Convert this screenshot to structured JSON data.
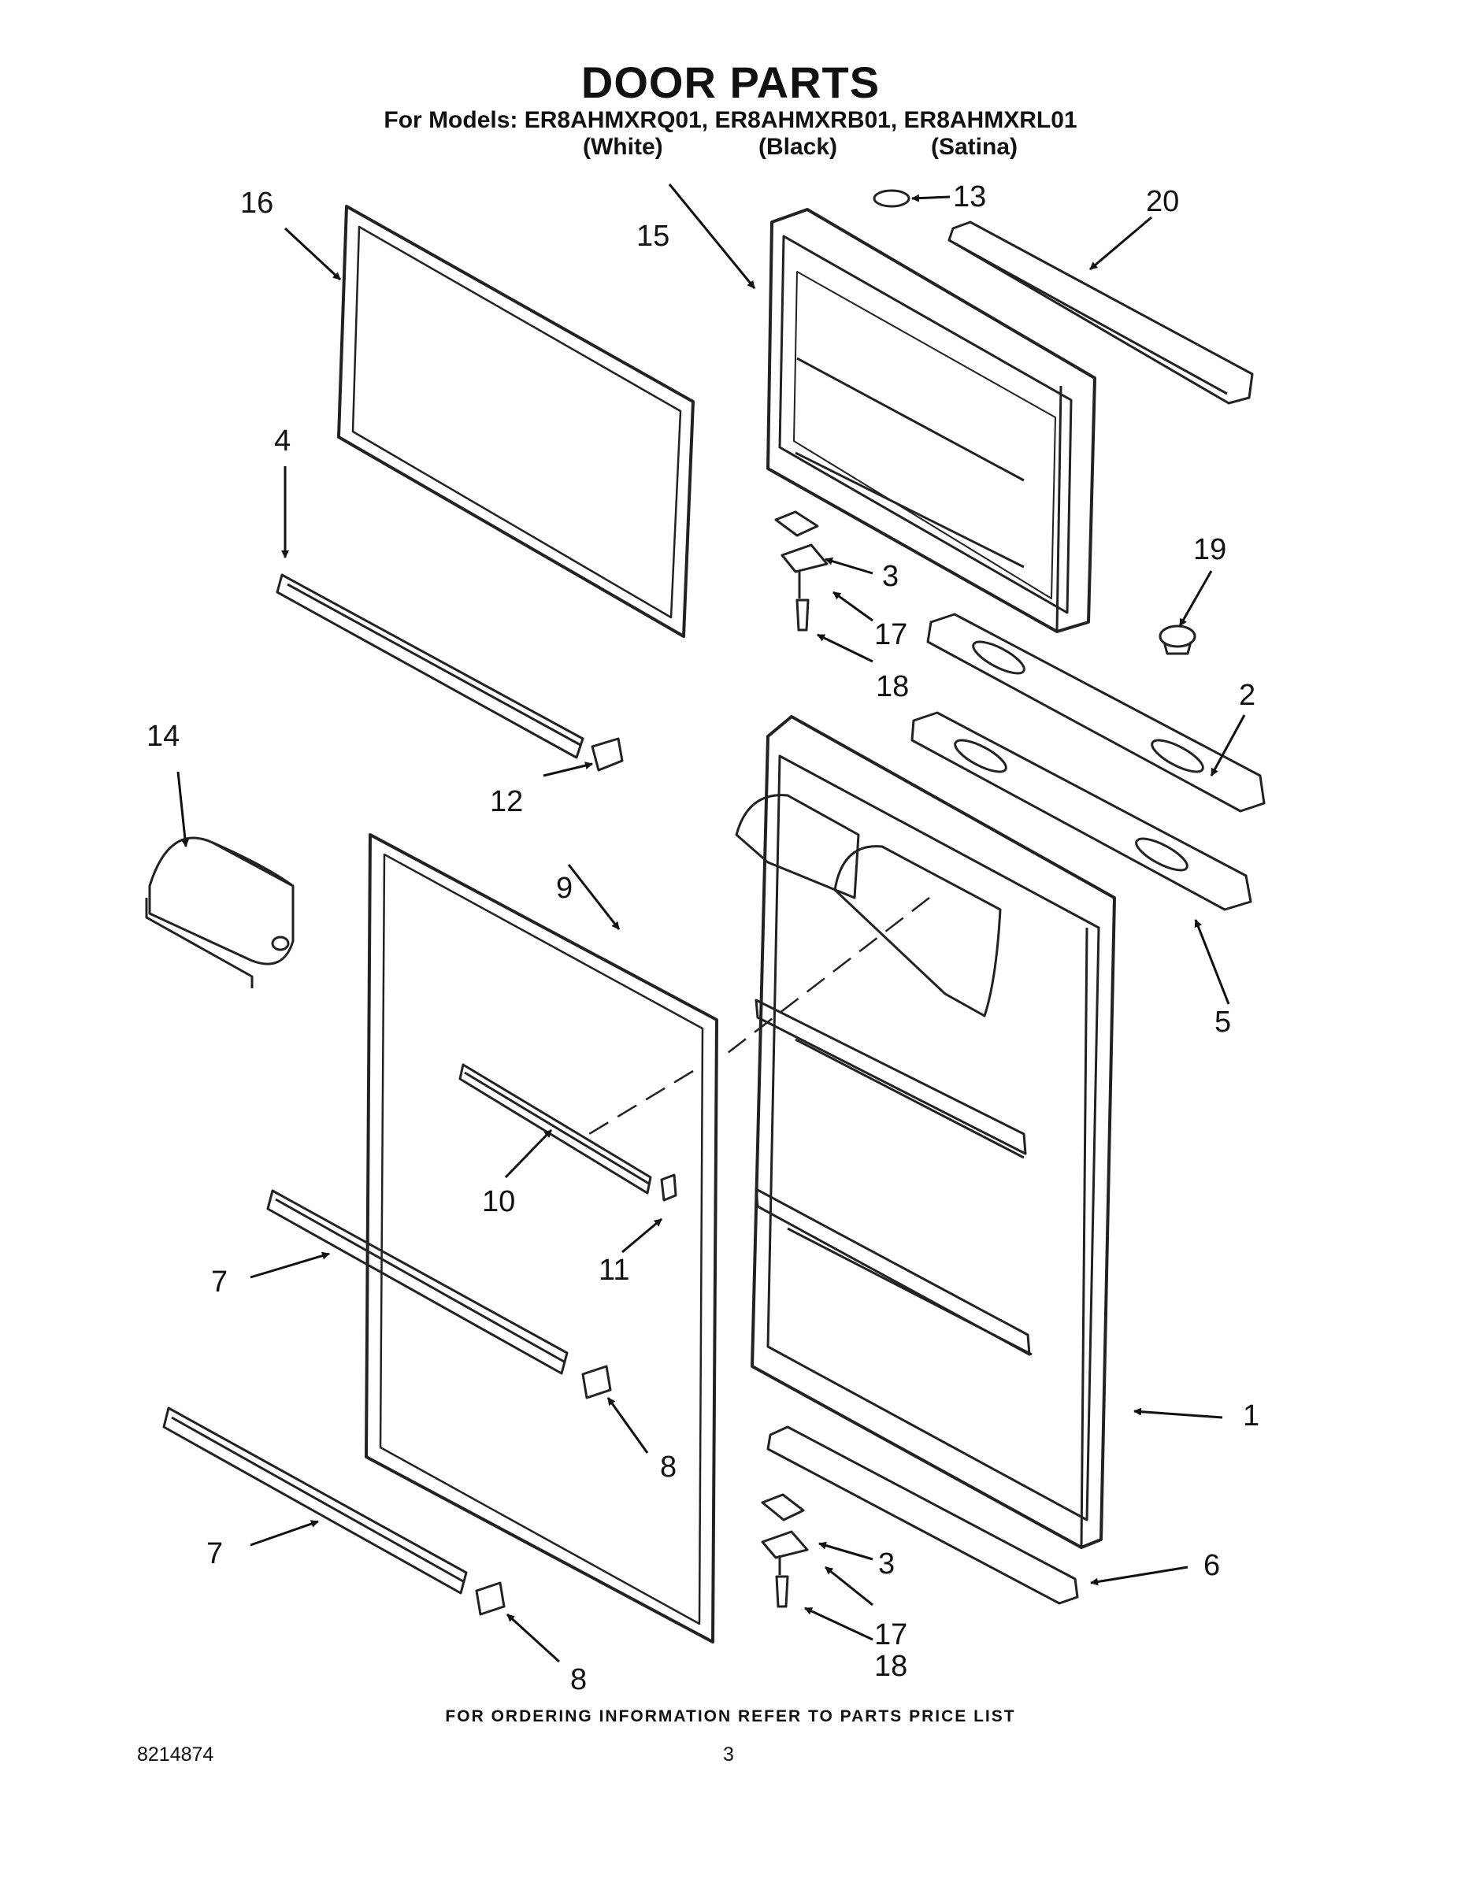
{
  "header": {
    "title": "DOOR PARTS",
    "models_line": "For Models: ER8AHMXRQ01, ER8AHMXRB01, ER8AHMXRL01",
    "variants": [
      "(White)",
      "(Black)",
      "(Satina)"
    ]
  },
  "callouts": {
    "c1": "1",
    "c2": "2",
    "c3a": "3",
    "c3b": "3",
    "c4": "4",
    "c5": "5",
    "c6": "6",
    "c7a": "7",
    "c7b": "7",
    "c8a": "8",
    "c8b": "8",
    "c9": "9",
    "c10": "10",
    "c11": "11",
    "c12": "12",
    "c13": "13",
    "c14": "14",
    "c15": "15",
    "c16": "16",
    "c17a": "17",
    "c17b": "17",
    "c18a": "18",
    "c18b": "18",
    "c19": "19",
    "c20": "20"
  },
  "footer": {
    "ordering_note": "FOR ORDERING INFORMATION REFER TO PARTS PRICE LIST",
    "doc_number": "8214874",
    "page_number": "3"
  }
}
